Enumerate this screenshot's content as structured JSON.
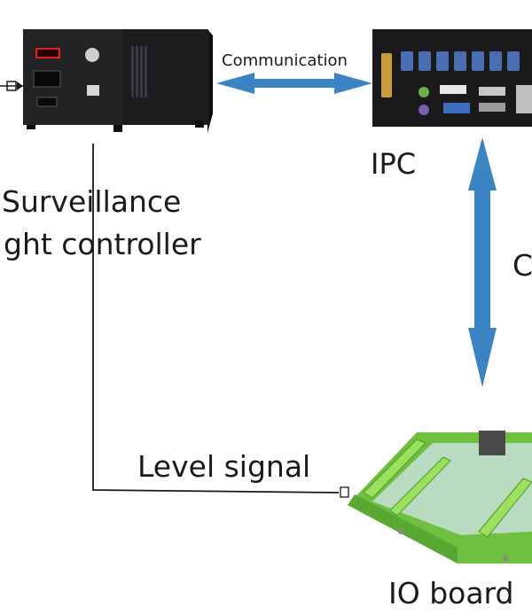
{
  "labels": {
    "communication": "Communication",
    "ipc": "IPC",
    "controller_line1": "Surveillance",
    "controller_line2": "ght controller",
    "level_signal": "Level signal",
    "io_board": "IO board",
    "right_edge": "C"
  },
  "colors": {
    "arrow_blue": "#3b84c4",
    "device_black": "#1c1c1e",
    "board_green": "#7dc94a",
    "led_red": "#e02020"
  }
}
